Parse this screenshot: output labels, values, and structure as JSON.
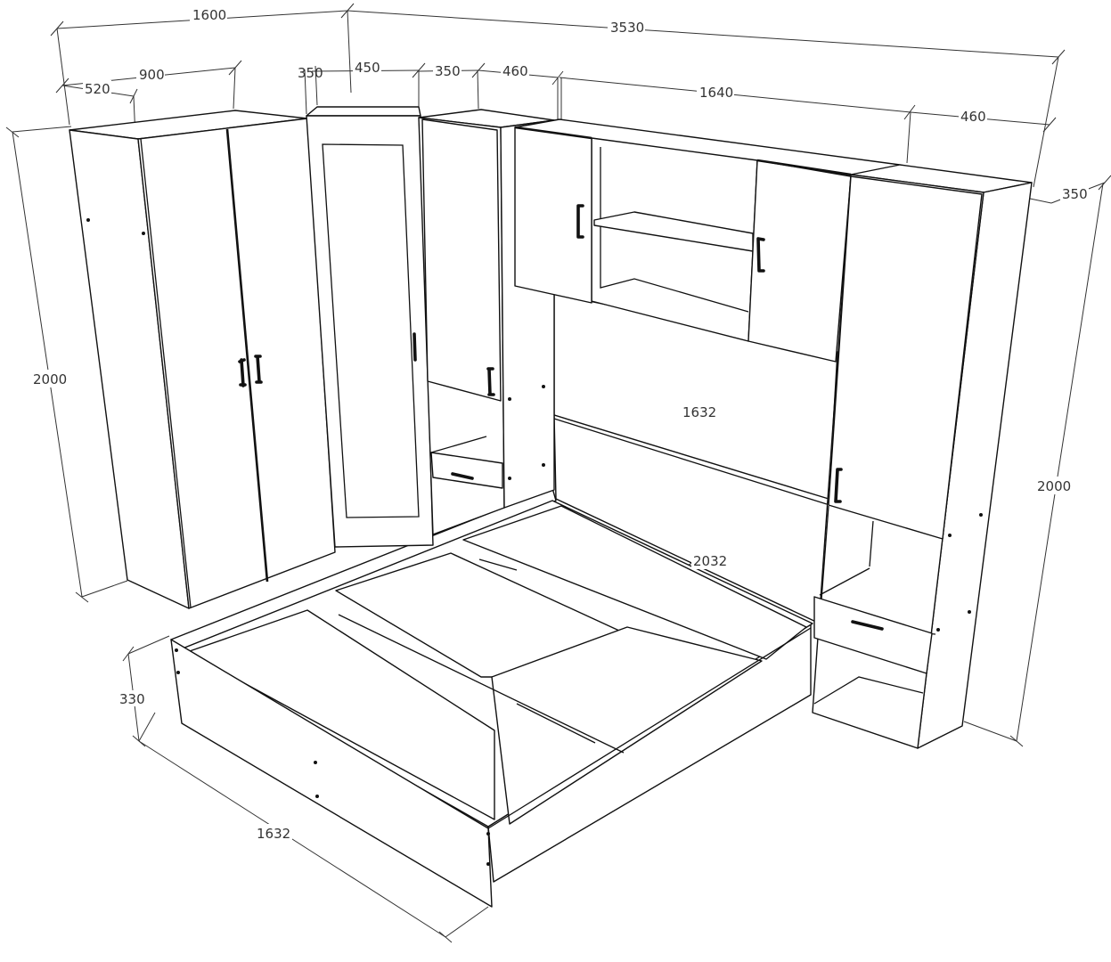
{
  "diagram": {
    "title": "Bedroom furniture set with bed - dimension drawing",
    "units": "mm",
    "line_color": "#111111",
    "background": "#ffffff",
    "dimensions": {
      "overall_left_width": "1600",
      "overall_back_width": "3530",
      "left_wardrobe_width": "900",
      "left_wardrobe_depth": "520",
      "left_height": "2000",
      "corner_side_left": "350",
      "corner_front": "450",
      "corner_side_right": "350",
      "left_tower_width": "460",
      "bridge_width": "1640",
      "right_tower_width": "460",
      "right_tower_depth": "350",
      "right_height": "2000",
      "headboard_width": "1632",
      "bed_length": "2032",
      "bed_height": "330",
      "bed_width": "1632"
    },
    "components": [
      {
        "name": "Two-door wardrobe",
        "doors": 2
      },
      {
        "name": "Corner wardrobe with mirror panel",
        "doors": 1
      },
      {
        "name": "Left tower with door, niche and drawer",
        "doors": 1,
        "drawers": 1
      },
      {
        "name": "Overhead bridge cabinet with open shelf",
        "doors": 2
      },
      {
        "name": "Right tower with door, niche and drawer",
        "doors": 1,
        "drawers": 1
      },
      {
        "name": "Bed frame with slat panels",
        "panels": 3
      }
    ]
  }
}
